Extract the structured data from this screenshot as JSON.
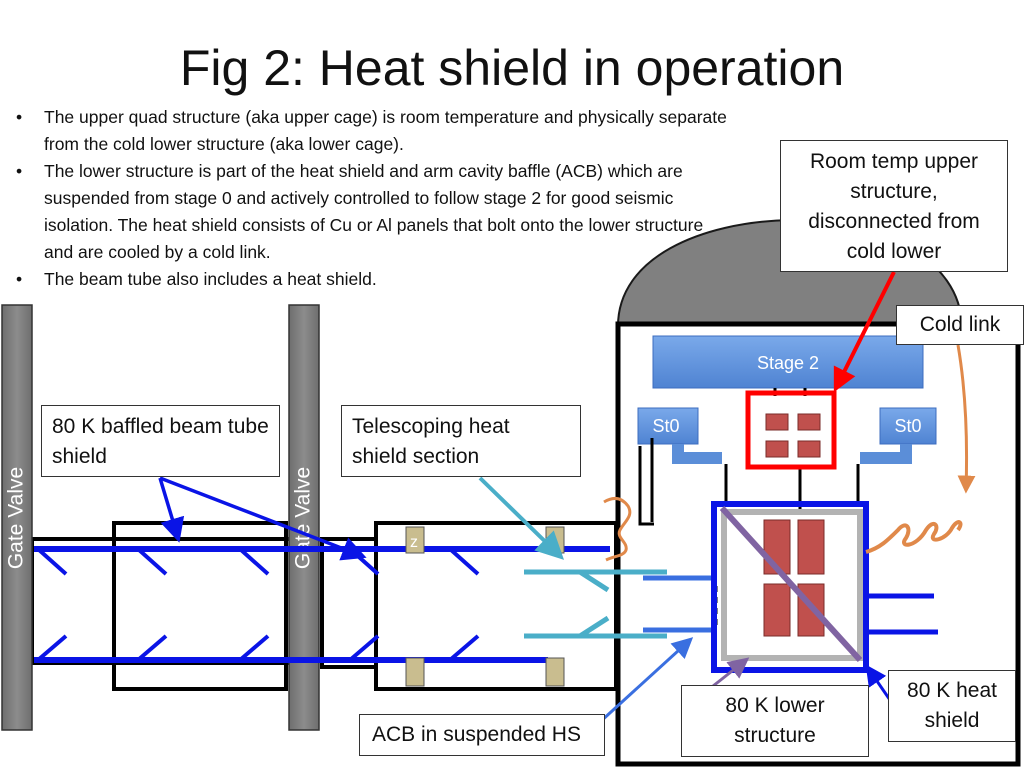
{
  "title": "Fig 2: Heat shield in operation",
  "bullets": [
    "The upper quad structure (aka upper cage) is room temperature and physically separate from the cold lower structure (aka lower cage).",
    "The lower structure is part of the heat shield and arm cavity baffle (ACB) which are suspended from stage 0 and actively controlled to follow stage 2 for good seismic isolation. The heat shield consists of Cu or Al panels that bolt onto the lower structure and are cooled by a cold link.",
    "The beam tube also includes a heat shield."
  ],
  "labels": {
    "gate_valve_left": "Gate Valve",
    "gate_valve_right": "Gate Valve",
    "stage2": "Stage 2",
    "st0_left": "St0",
    "st0_right": "St0",
    "z_marker": "z"
  },
  "callouts": {
    "room_temp": "Room temp upper structure, disconnected from cold lower",
    "cold_link": "Cold link",
    "baffled_tube": "80 K baffled beam tube shield",
    "telescoping": "Telescoping heat shield section",
    "acb": "ACB in suspended HS",
    "lower_structure": "80 K lower structure",
    "heat_shield": "80 K heat shield"
  },
  "colors": {
    "beam_blue": "#0a14e6",
    "teal": "#4aaec8",
    "gate_gray": "#808080",
    "stage_blue": "#5b8ed8",
    "mass_red": "#c0504d",
    "cage_red": "#ff0000",
    "diag_purple": "#8064a2",
    "orange_link": "#e0894a",
    "pad_tan": "#c9bd8f"
  }
}
